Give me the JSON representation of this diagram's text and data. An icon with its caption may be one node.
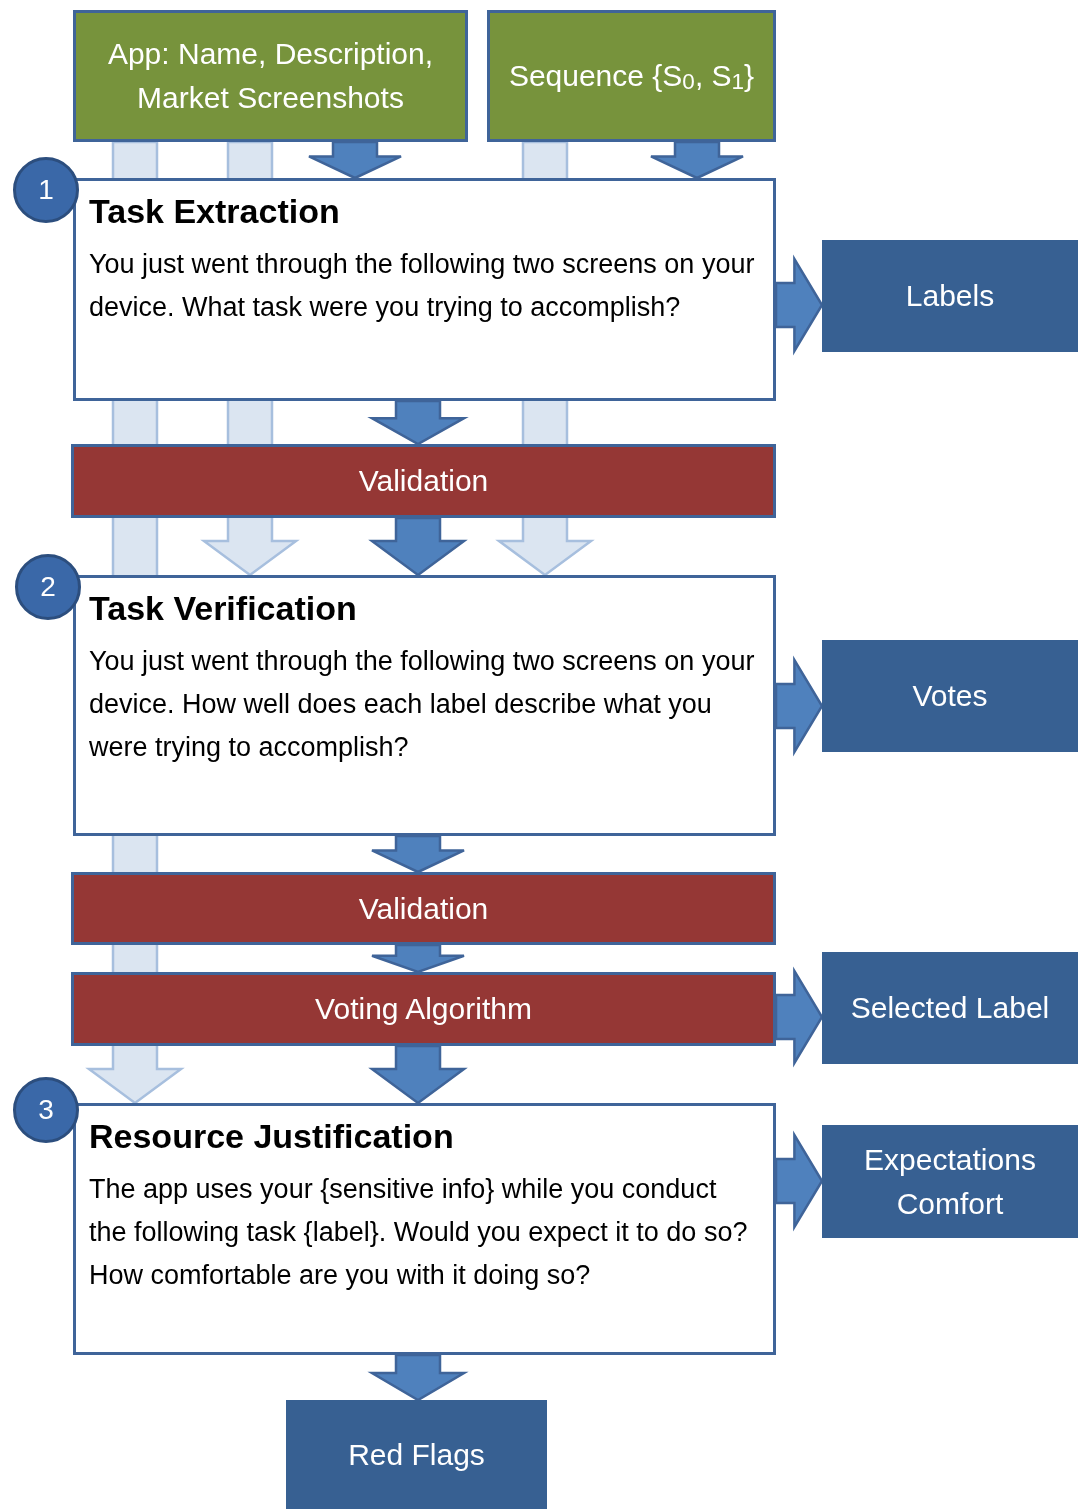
{
  "diagram": {
    "nodes": [
      {
        "text": [
          "App: Name, Description, Market Screenshots"
        ]
      },
      {
        "text": [
          "Sequence {S$_{0}$, S$_{1}$}"
        ]
      },
      {
        "text": [
          "1"
        ]
      },
      {
        "text": [
          "Task Extraction",
          "You just went through the following two screens on your device. What task were you trying to accomplish?"
        ]
      },
      {
        "text": [
          "Labels"
        ]
      },
      {
        "text": [
          "Validation"
        ]
      },
      {
        "text": [
          "2"
        ]
      },
      {
        "text": [
          "Task Verification",
          "You just went through the following two screens on your device. How well does each label describe what you were trying to accomplish?"
        ]
      },
      {
        "text": [
          "Votes"
        ]
      },
      {
        "text": [
          "Validation"
        ]
      },
      {
        "text": [
          "Voting Algorithm"
        ]
      },
      {
        "text": [
          "Selected Label"
        ]
      },
      {
        "text": [
          "3"
        ]
      },
      {
        "text": [
          "Resource Justification",
          "The app uses your {sensitive info} while you conduct the following task {label}. Would you expect it to do so? How comfortable are you with it doing so?"
        ]
      },
      {
        "text": [
          "Expectations Comfort"
        ]
      },
      {
        "text": [
          "Red Flags"
        ]
      }
    ],
    "edges": [
      {
        "from": 0,
        "to": 3,
        "arrow": "to"
      },
      {
        "from": 1,
        "to": 3,
        "arrow": "to"
      },
      {
        "from": 0,
        "to": 7,
        "arrow": "to",
        "color": "#dbe5f1"
      },
      {
        "from": 1,
        "to": 7,
        "arrow": "to",
        "color": "#dbe5f1"
      },
      {
        "from": 0,
        "to": 13,
        "arrow": "to",
        "color": "#dbe5f1"
      },
      {
        "from": 3,
        "to": 4,
        "arrow": "to"
      },
      {
        "from": 3,
        "to": 5,
        "arrow": "to"
      },
      {
        "from": 5,
        "to": 7,
        "arrow": "to"
      },
      {
        "from": 7,
        "to": 8,
        "arrow": "to"
      },
      {
        "from": 7,
        "to": 9,
        "arrow": "to"
      },
      {
        "from": 9,
        "to": 10,
        "arrow": "to"
      },
      {
        "from": 10,
        "to": 11,
        "arrow": "to"
      },
      {
        "from": 10,
        "to": 13,
        "arrow": "to"
      },
      {
        "from": 13,
        "to": 14,
        "arrow": "to"
      },
      {
        "from": 13,
        "to": 15,
        "arrow": "to"
      }
    ]
  }
}
